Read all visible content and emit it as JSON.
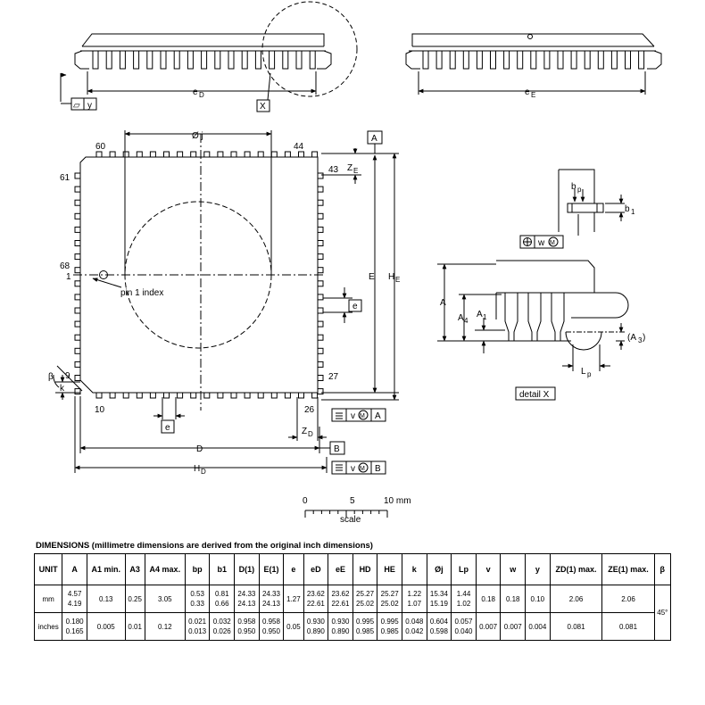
{
  "drawing": {
    "labels": {
      "eD": "e",
      "eD_sub": "D",
      "eE": "e",
      "eE_sub": "E",
      "x_ref": "X",
      "flatness_sym": "▱",
      "flatness_y": "y",
      "phi_j": "Ø j",
      "pin60": "60",
      "pin44": "44",
      "pin43": "43",
      "pin61": "61",
      "pin68": "68",
      "pin1": "1",
      "pin9": "9",
      "pin10": "10",
      "pin26": "26",
      "pin27": "27",
      "pin1_index": "pin 1 index",
      "A_ref": "A",
      "B_ref": "B",
      "ZE": "Z",
      "ZE_sub": "E",
      "ZD": "Z",
      "ZD_sub": "D",
      "E": "E",
      "HE": "H",
      "HE_sub": "E",
      "D": "D",
      "HD": "H",
      "HD_sub": "D",
      "e_box1": "e",
      "e_box2": "e",
      "beta": "β",
      "k": "k",
      "vM_v": "v",
      "vM_M": "M",
      "vM_A": "A",
      "vM_B": "B",
      "bp": "b",
      "bp_sub": "p",
      "b1": "b",
      "b1_sub": "1",
      "wM_w": "w",
      "wM_M": "M",
      "A": "A",
      "A4": "A",
      "A4_sub": "4",
      "A1": "A",
      "A1_sub": "1",
      "A3": "(A",
      "A3_sub": "3",
      "A3_close": ")",
      "Lp": "L",
      "Lp_sub": "p",
      "detail": "detail X"
    },
    "scale": {
      "ticks": [
        "0",
        "5",
        "10 mm"
      ],
      "label": "scale"
    }
  },
  "table": {
    "title": "DIMENSIONS (millimetre dimensions are derived from the original inch dimensions)",
    "headers": [
      "UNIT",
      "A",
      "A1 min.",
      "A3",
      "A4 max.",
      "bp",
      "b1",
      "D(1)",
      "E(1)",
      "e",
      "eD",
      "eE",
      "HD",
      "HE",
      "k",
      "Øj",
      "Lp",
      "v",
      "w",
      "y",
      "ZD(1) max.",
      "ZE(1) max.",
      "β"
    ],
    "rows": [
      {
        "unit": "mm",
        "A": [
          "4.57",
          "4.19"
        ],
        "A1": "0.13",
        "A3": "0.25",
        "A4": "3.05",
        "bp": [
          "0.53",
          "0.33"
        ],
        "b1": [
          "0.81",
          "0.66"
        ],
        "D": [
          "24.33",
          "24.13"
        ],
        "E": [
          "24.33",
          "24.13"
        ],
        "e": "1.27",
        "eD": [
          "23.62",
          "22.61"
        ],
        "eE": [
          "23.62",
          "22.61"
        ],
        "HD": [
          "25.27",
          "25.02"
        ],
        "HE": [
          "25.27",
          "25.02"
        ],
        "k": [
          "1.22",
          "1.07"
        ],
        "j": [
          "15.34",
          "15.19"
        ],
        "Lp": [
          "1.44",
          "1.02"
        ],
        "v": "0.18",
        "w": "0.18",
        "y": "0.10",
        "ZD": "2.06",
        "ZE": "2.06"
      },
      {
        "unit": "inches",
        "A": [
          "0.180",
          "0.165"
        ],
        "A1": "0.005",
        "A3": "0.01",
        "A4": "0.12",
        "bp": [
          "0.021",
          "0.013"
        ],
        "b1": [
          "0.032",
          "0.026"
        ],
        "D": [
          "0.958",
          "0.950"
        ],
        "E": [
          "0.958",
          "0.950"
        ],
        "e": "0.05",
        "eD": [
          "0.930",
          "0.890"
        ],
        "eE": [
          "0.930",
          "0.890"
        ],
        "HD": [
          "0.995",
          "0.985"
        ],
        "HE": [
          "0.995",
          "0.985"
        ],
        "k": [
          "0.048",
          "0.042"
        ],
        "j": [
          "0.604",
          "0.598"
        ],
        "Lp": [
          "0.057",
          "0.040"
        ],
        "v": "0.007",
        "w": "0.007",
        "y": "0.004",
        "ZD": "0.081",
        "ZE": "0.081"
      }
    ],
    "beta": "45°"
  }
}
